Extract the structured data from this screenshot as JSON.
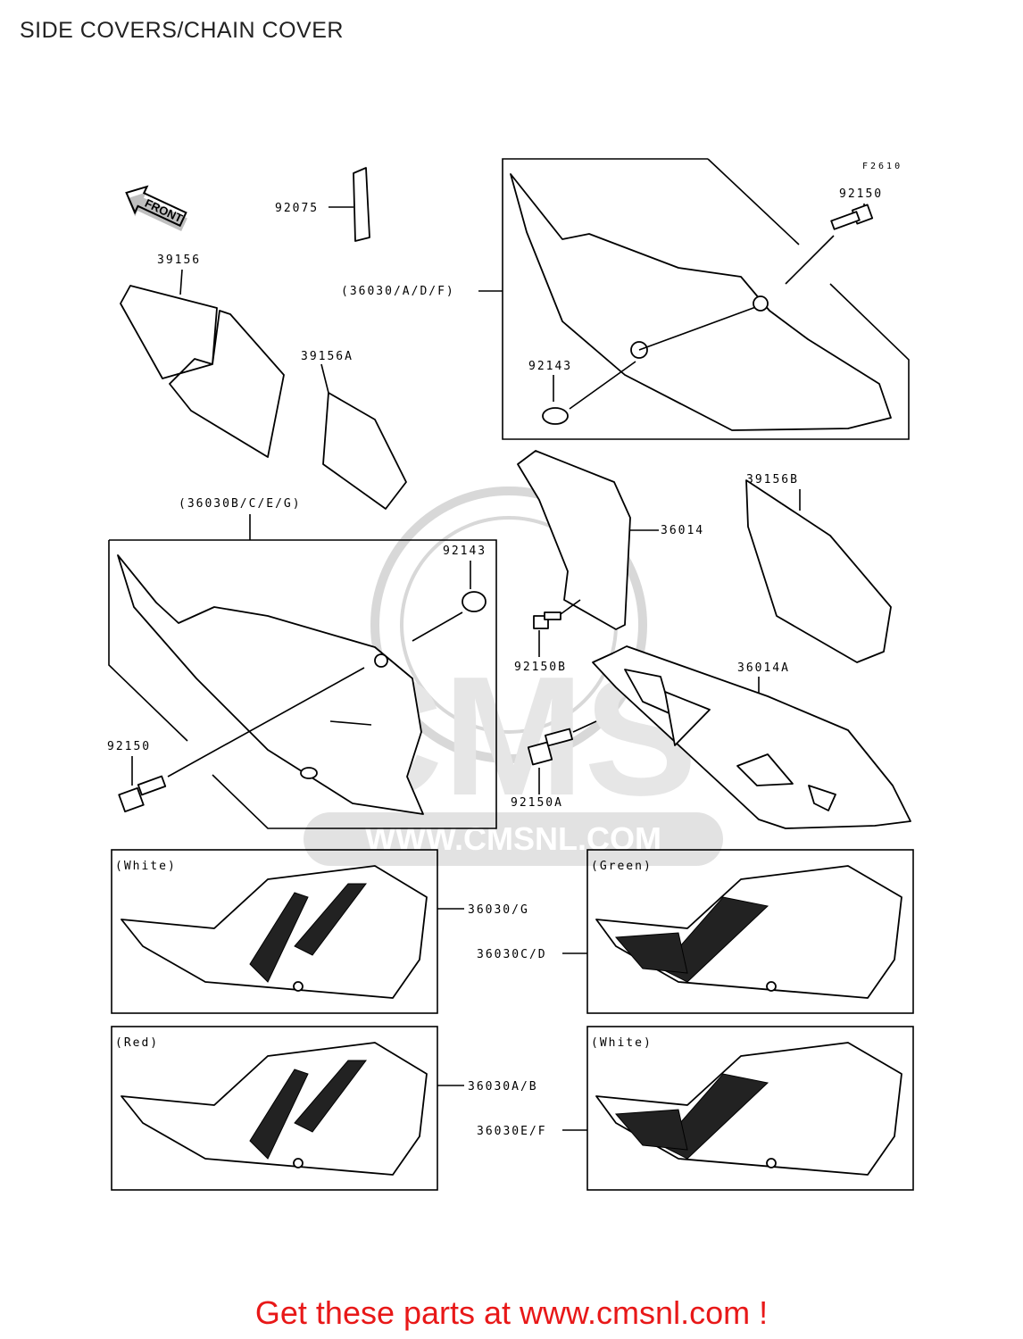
{
  "page_title": "SIDE COVERS/CHAIN COVER",
  "figure_code": "F2610",
  "front_arrow_label": "FRONT",
  "labels": {
    "p92075": "92075",
    "p39156": "39156",
    "p39156A": "39156A",
    "p92150_top": "92150",
    "p36030ADF": "(36030/A/D/F)",
    "p92143_top": "92143",
    "p36030BCEG": "(36030B/C/E/G)",
    "p92143_left": "92143",
    "p92150_left": "92150",
    "p36014": "36014",
    "p92150B": "92150B",
    "p39156B": "39156B",
    "p36014A": "36014A",
    "p92150A": "92150A"
  },
  "variants": [
    {
      "color": "(White)",
      "part": "36030/G"
    },
    {
      "color": "(Green)",
      "part": "36030C/D"
    },
    {
      "color": "(Red)",
      "part": "36030A/B"
    },
    {
      "color": "(White)",
      "part": "36030E/F"
    }
  ],
  "watermark": "WWW.CMSNL.COM",
  "footer": "Get these parts at www.cmsnl.com !",
  "colors": {
    "footer": "#e81818",
    "watermark": "#d8d8d8"
  }
}
